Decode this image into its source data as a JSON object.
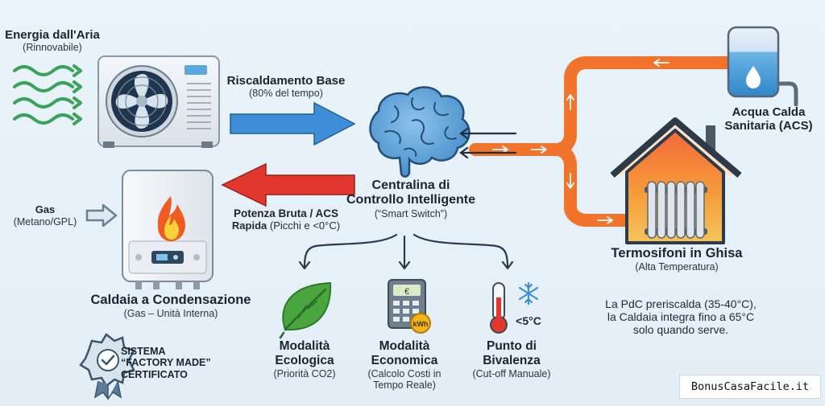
{
  "air_source": {
    "title": "Energia dall'Aria",
    "subtitle": "(Rinnovabile)"
  },
  "base_heating": {
    "title": "Riscaldamento Base",
    "subtitle": "(80% del tempo)"
  },
  "gas": {
    "title": "Gas",
    "subtitle": "(Metano/GPL)"
  },
  "boiler": {
    "title": "Caldaia a Condensazione",
    "subtitle": "(Gas – Unità Interna)"
  },
  "peak_power": {
    "line1": "Potenza Bruta / ACS",
    "line2_bold": "Rapida",
    "line2_rest": " (Picchi e <0°C)"
  },
  "controller": {
    "line1": "Centralina di",
    "line2": "Controllo Intelligente",
    "subtitle": "(“Smart Switch”)"
  },
  "dhw": {
    "line1": "Acqua Calda",
    "line2": "Sanitaria (ACS)"
  },
  "radiators": {
    "title": "Termosifoni in Ghisa",
    "subtitle": "(Alta Temperatura)"
  },
  "note": {
    "line1": "La PdC preriscalda (35-40°C),",
    "line2": "la Caldaia integra fino a 65°C",
    "line3": "solo quando serve."
  },
  "modes": [
    {
      "line1": "Modalità",
      "line2": "Ecologica",
      "sub1": "(Priorità CO2)",
      "sub2": ""
    },
    {
      "line1": "Modalità",
      "line2": "Economica",
      "sub1": "(Calcolo Costi in",
      "sub2": "Tempo Reale)"
    },
    {
      "line1": "Punto di",
      "line2": "Bivalenza",
      "sub1": "(Cut-off Manuale)",
      "sub2": ""
    }
  ],
  "calculator_badge": "kWh",
  "calculator_currency": "€",
  "threshold_label": "<5°C",
  "certification": {
    "line1": "SISTEMA",
    "line2": "“FACTORY MADE”",
    "line3": "CERTIFICATO"
  },
  "brand": "BonusCasaFacile.it",
  "colors": {
    "heat_pump_arrow": "#3f8fd8",
    "boiler_arrow": "#e2372d",
    "pipe": "#f1742a",
    "air_waves": "#3aa35a",
    "flame": "#ef5b22",
    "brain": "#5aa0d8"
  },
  "icons": [
    "air-waves-icon",
    "heat-pump-icon",
    "boiler-icon",
    "flame-icon",
    "brain-icon",
    "water-tank-icon",
    "house-icon",
    "radiator-icon",
    "leaf-icon",
    "calculator-icon",
    "thermometer-icon",
    "snowflake-icon",
    "certified-badge-icon"
  ]
}
